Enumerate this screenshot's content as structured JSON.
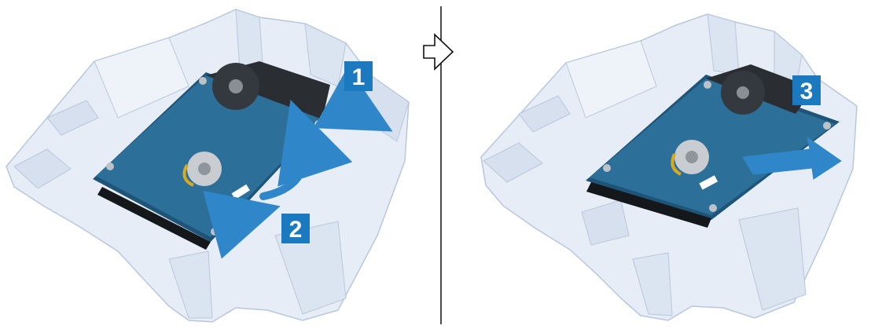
{
  "colors": {
    "bracket_fill": "#e6edf7",
    "bracket_stroke": "#b9c7db",
    "bracket_shade": "#cfdaea",
    "pcb": "#2c6f99",
    "pcb_dark": "#1e5478",
    "drive_metal": "#2a2e33",
    "connector": "#15181b",
    "arrow": "#2f86c8",
    "badge": "#1b79c0",
    "divider": "#111111"
  },
  "steps": [
    {
      "number": "1",
      "icon": "release-tab-arrow"
    },
    {
      "number": "2",
      "icon": "lift-drive-arrow"
    },
    {
      "number": "3",
      "icon": "slide-out-arrow"
    }
  ],
  "transition_icon": "outline-arrow-right"
}
